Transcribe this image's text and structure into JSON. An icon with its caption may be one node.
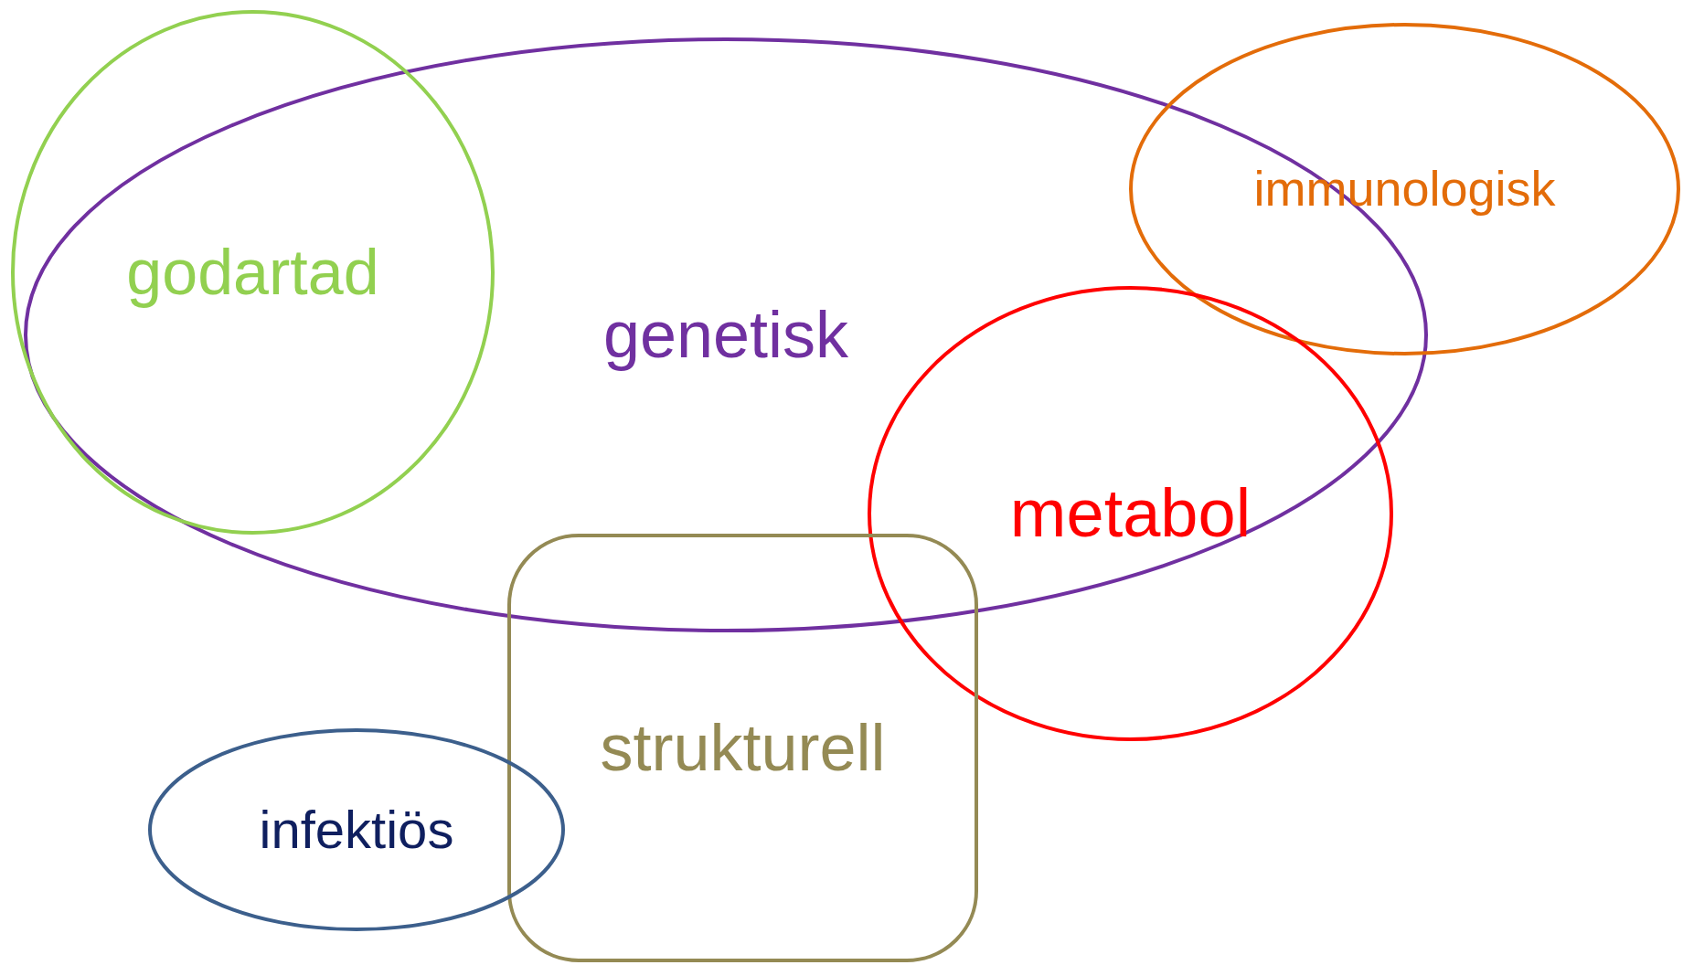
{
  "diagram": {
    "nodes": [
      {
        "text": [
          "genetisk"
        ]
      },
      {
        "text": [
          "godartad"
        ]
      },
      {
        "text": [
          "immunologisk"
        ]
      },
      {
        "text": [
          "metabol"
        ]
      },
      {
        "text": [
          "strukturell"
        ]
      },
      {
        "text": [
          "infektiös"
        ]
      }
    ]
  }
}
